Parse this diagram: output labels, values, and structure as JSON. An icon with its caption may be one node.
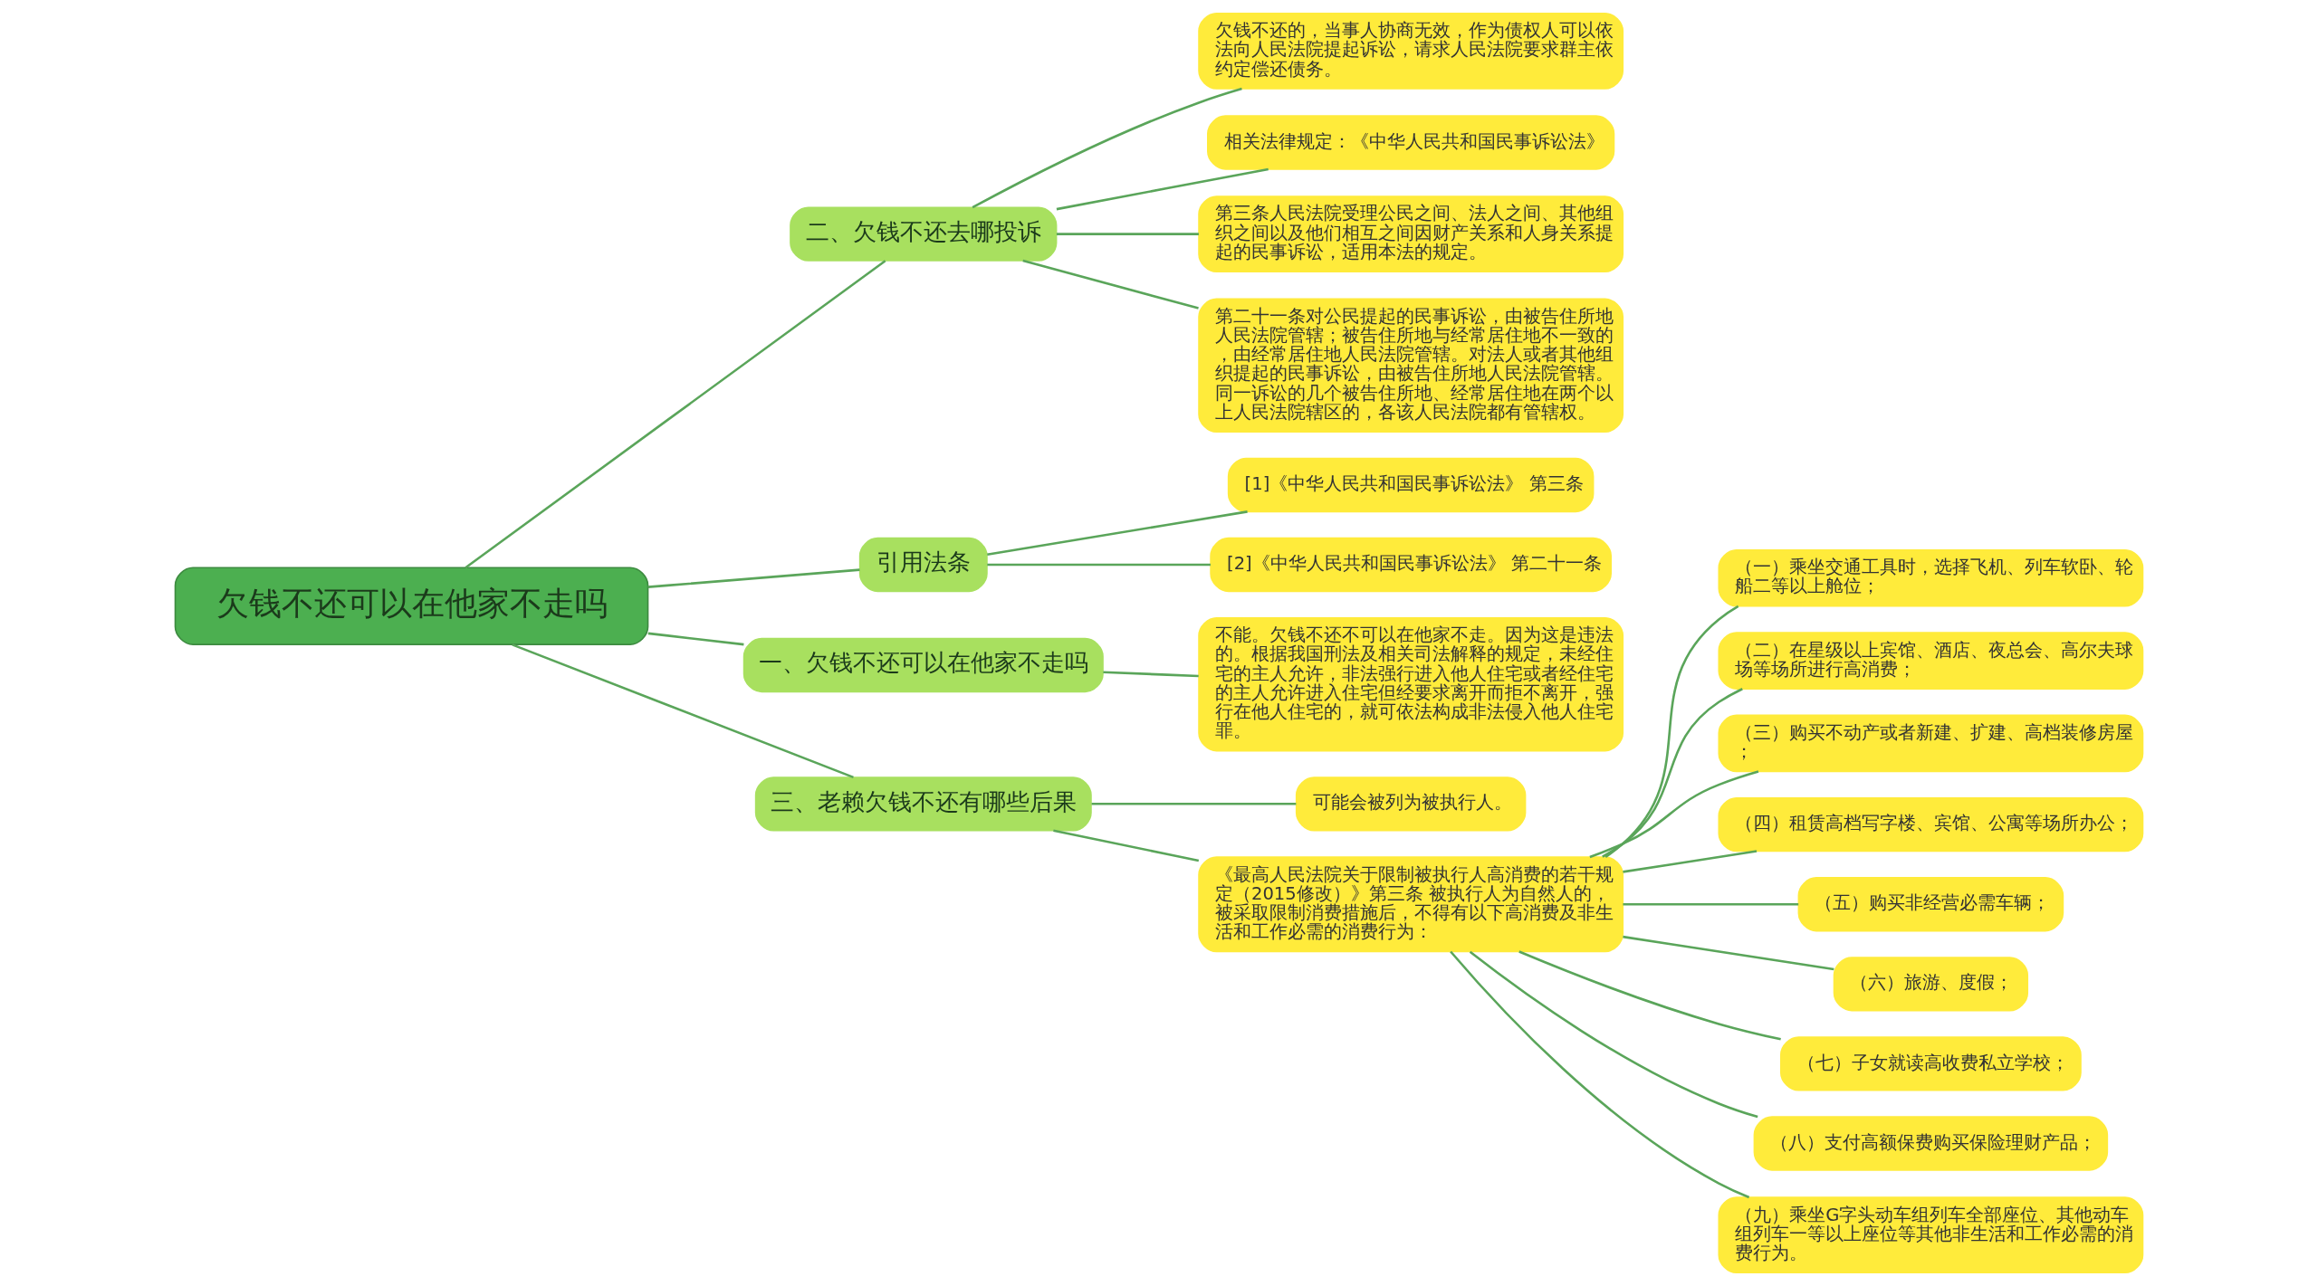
{
  "diagram": {
    "nodes": [
      {
        "text": [
          "欠钱不还可以在他家不走吗"
        ]
      },
      {
        "text": [
          "二、欠钱不还去哪投诉"
        ]
      },
      {
        "text": [
          "欠钱不还的，当事人协商无效，作为债权人可以依法向人民法院提起诉讼，请求人民法院要求群主依约定偿还债务。"
        ]
      },
      {
        "text": [
          "相关法律规定：《中华人民共和国民事诉讼法》"
        ]
      },
      {
        "text": [
          "第三条人民法院受理公民之间、法人之间、其他组织之间以及他们相互之间因财产关系和人身关系提起的民事诉讼，适用本法的规定。"
        ]
      },
      {
        "text": [
          "第二十一条对公民提起的民事诉讼，由被告住所地人民法院管辖；被告住所地与经常居住地不一致的，由经常居住地人民法院管辖。对法人或者其他组织提起的民事诉讼，由被告住所地人民法院管辖。同一诉讼的几个被告住所地、经常居住地在两个以上人民法院辖区的，各该人民法院都有管辖权。"
        ]
      },
      {
        "text": [
          "引用法条"
        ]
      },
      {
        "text": [
          "[1]《中华人民共和国民事诉讼法》 第三条"
        ]
      },
      {
        "text": [
          "[2]《中华人民共和国民事诉讼法》 第二十一条"
        ]
      },
      {
        "text": [
          "一、欠钱不还可以在他家不走吗"
        ]
      },
      {
        "text": [
          "不能。欠钱不还不可以在他家不走。因为这是违法的。根据我国刑法及相关司法解释的规定，未经住宅的主人允许，非法强行进入他人住宅或者经住宅的主人允许进入住宅但经要求离开而拒不离开，强行在他人住宅的，就可依法构成非法侵入他人住宅罪。"
        ]
      },
      {
        "text": [
          "三、老赖欠钱不还有哪些后果"
        ]
      },
      {
        "text": [
          "可能会被列为被执行人。"
        ]
      },
      {
        "text": [
          "《最高人民法院关于限制被执行人高消费的若干规定（2015修改）》第三条 被执行人为自然人的，被采取限制消费措施后，不得有以下高消费及非生活和工作必需的消费行为："
        ]
      },
      {
        "text": [
          "（一）乘坐交通工具时，选择飞机、列车软卧、轮船二等以上舱位；"
        ]
      },
      {
        "text": [
          "（二）在星级以上宾馆、酒店、夜总会、高尔夫球场等场所进行高消费；"
        ]
      },
      {
        "text": [
          "（三）购买不动产或者新建、扩建、高档装修房屋；"
        ]
      },
      {
        "text": [
          "（四）租赁高档写字楼、宾馆、公寓等场所办公；"
        ]
      },
      {
        "text": [
          "（五）购买非经营必需车辆；"
        ]
      },
      {
        "text": [
          "（六）旅游、度假；"
        ]
      },
      {
        "text": [
          "（七）子女就读高收费私立学校；"
        ]
      },
      {
        "text": [
          "（八）支付高额保费购买保险理财产品；"
        ]
      },
      {
        "text": [
          "（九）乘坐G字头动车组列车全部座位、其他动车组列车一等以上座位等其他非生活和工作必需的消费行为。"
        ]
      }
    ],
    "edges": [
      {
        "from": 0,
        "to": 1,
        "arrow": "none"
      },
      {
        "from": 1,
        "to": 2,
        "arrow": "none"
      },
      {
        "from": 1,
        "to": 3,
        "arrow": "none"
      },
      {
        "from": 1,
        "to": 4,
        "arrow": "none"
      },
      {
        "from": 1,
        "to": 5,
        "arrow": "none"
      },
      {
        "from": 0,
        "to": 6,
        "arrow": "none"
      },
      {
        "from": 6,
        "to": 7,
        "arrow": "none"
      },
      {
        "from": 6,
        "to": 8,
        "arrow": "none"
      },
      {
        "from": 0,
        "to": 9,
        "arrow": "none"
      },
      {
        "from": 9,
        "to": 10,
        "arrow": "none"
      },
      {
        "from": 0,
        "to": 11,
        "arrow": "none"
      },
      {
        "from": 11,
        "to": 12,
        "arrow": "none"
      },
      {
        "from": 11,
        "to": 13,
        "arrow": "none"
      },
      {
        "from": 13,
        "to": 14,
        "arrow": "none"
      },
      {
        "from": 13,
        "to": 15,
        "arrow": "none"
      },
      {
        "from": 13,
        "to": 16,
        "arrow": "none"
      },
      {
        "from": 13,
        "to": 17,
        "arrow": "none"
      },
      {
        "from": 13,
        "to": 18,
        "arrow": "none"
      },
      {
        "from": 13,
        "to": 19,
        "arrow": "none"
      },
      {
        "from": 13,
        "to": 20,
        "arrow": "none"
      },
      {
        "from": 13,
        "to": 21,
        "arrow": "none"
      },
      {
        "from": 13,
        "to": 22,
        "arrow": "none"
      }
    ]
  }
}
